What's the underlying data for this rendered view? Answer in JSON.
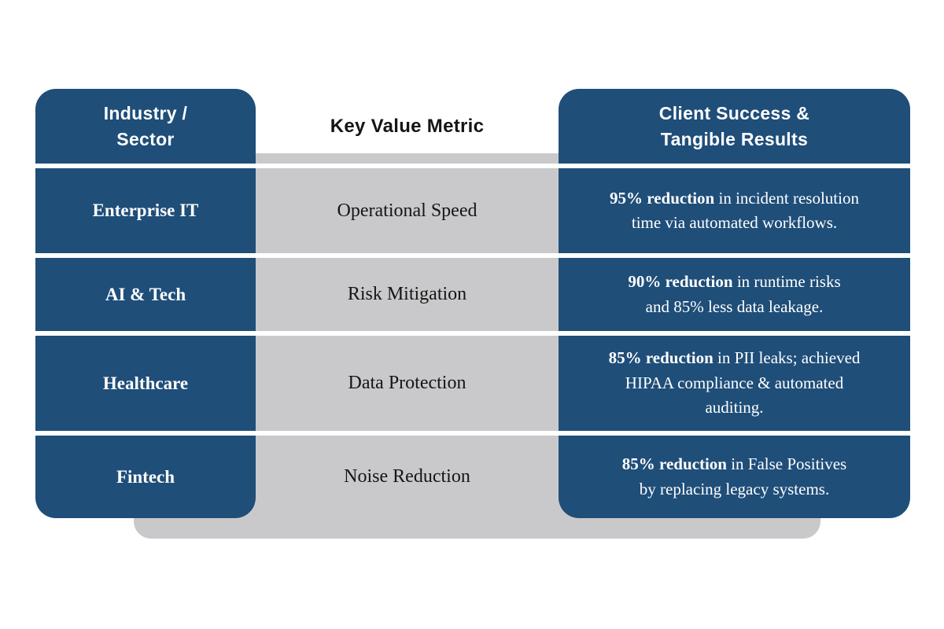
{
  "table": {
    "colors": {
      "navy": "#1f4e79",
      "gray": "#c9c9cb",
      "text_light": "#ffffff",
      "text_dark": "#151515"
    },
    "headers": {
      "industry": "Industry /\nSector",
      "metric": "Key Value Metric",
      "results": "Client Success &\nTangible Results"
    },
    "rows": [
      {
        "industry": "Enterprise IT",
        "metric": "Operational Speed",
        "result_lead": "95% reduction",
        "result_rest": " in incident resolution\ntime via automated workflows."
      },
      {
        "industry": "AI & Tech",
        "metric": "Risk Mitigation",
        "result_lead": "90% reduction",
        "result_rest": " in runtime risks\nand 85% less data leakage."
      },
      {
        "industry": "Healthcare",
        "metric": "Data Protection",
        "result_lead": "85% reduction",
        "result_rest": " in PII leaks; achieved\nHIPAA compliance & automated\nauditing."
      },
      {
        "industry": "Fintech",
        "metric": "Noise Reduction",
        "result_lead": "85% reduction",
        "result_rest": " in False Positives\nby replacing legacy systems."
      }
    ]
  }
}
